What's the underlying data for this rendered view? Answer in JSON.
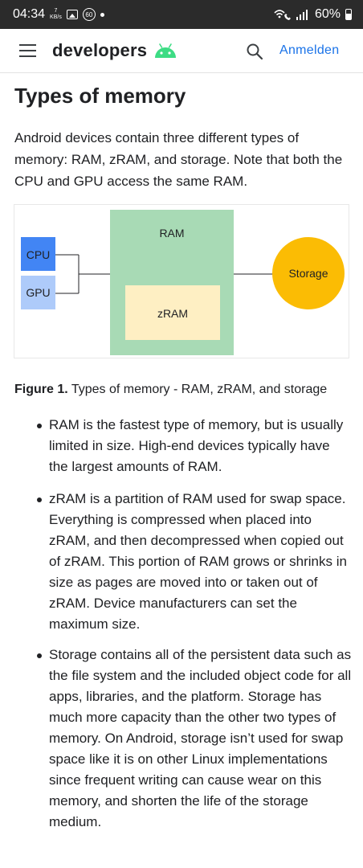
{
  "status_bar": {
    "time": "04:34",
    "net_speed_value": "7",
    "net_speed_unit": "KB/s",
    "notification_count": "60",
    "battery_text": "60%"
  },
  "header": {
    "logo_text": "developers",
    "signin_label": "Anmelden"
  },
  "article": {
    "title": "Types of memory",
    "intro": "Android devices contain three different types of memory: RAM, zRAM, and storage. Note that both the CPU and GPU access the same RAM.",
    "figure": {
      "cpu": "CPU",
      "gpu": "GPU",
      "ram": "RAM",
      "zram": "zRAM",
      "storage": "Storage",
      "colors": {
        "cpu": "#4285f4",
        "gpu": "#aecbfa",
        "ram": "#a8dab5",
        "zram": "#feefc3",
        "storage": "#fbbc04"
      }
    },
    "caption_label": "Figure 1.",
    "caption_text": " Types of memory - RAM, zRAM, and storage",
    "bullets": [
      "RAM is the fastest type of memory, but is usually limited in size. High-end devices typically have the largest amounts of RAM.",
      "zRAM is a partition of RAM used for swap space. Everything is compressed when placed into zRAM, and then decompressed when copied out of zRAM. This portion of RAM grows or shrinks in size as pages are moved into or taken out of zRAM. Device manufacturers can set the maximum size.",
      "Storage contains all of the persistent data such as the file system and the included object code for all apps, libraries, and the platform. Storage has much more capacity than the other two types of memory. On Android, storage isn’t used for swap space like it is on other Linux implementations since frequent writing can cause wear on this memory, and shorten the life of the storage medium."
    ]
  }
}
